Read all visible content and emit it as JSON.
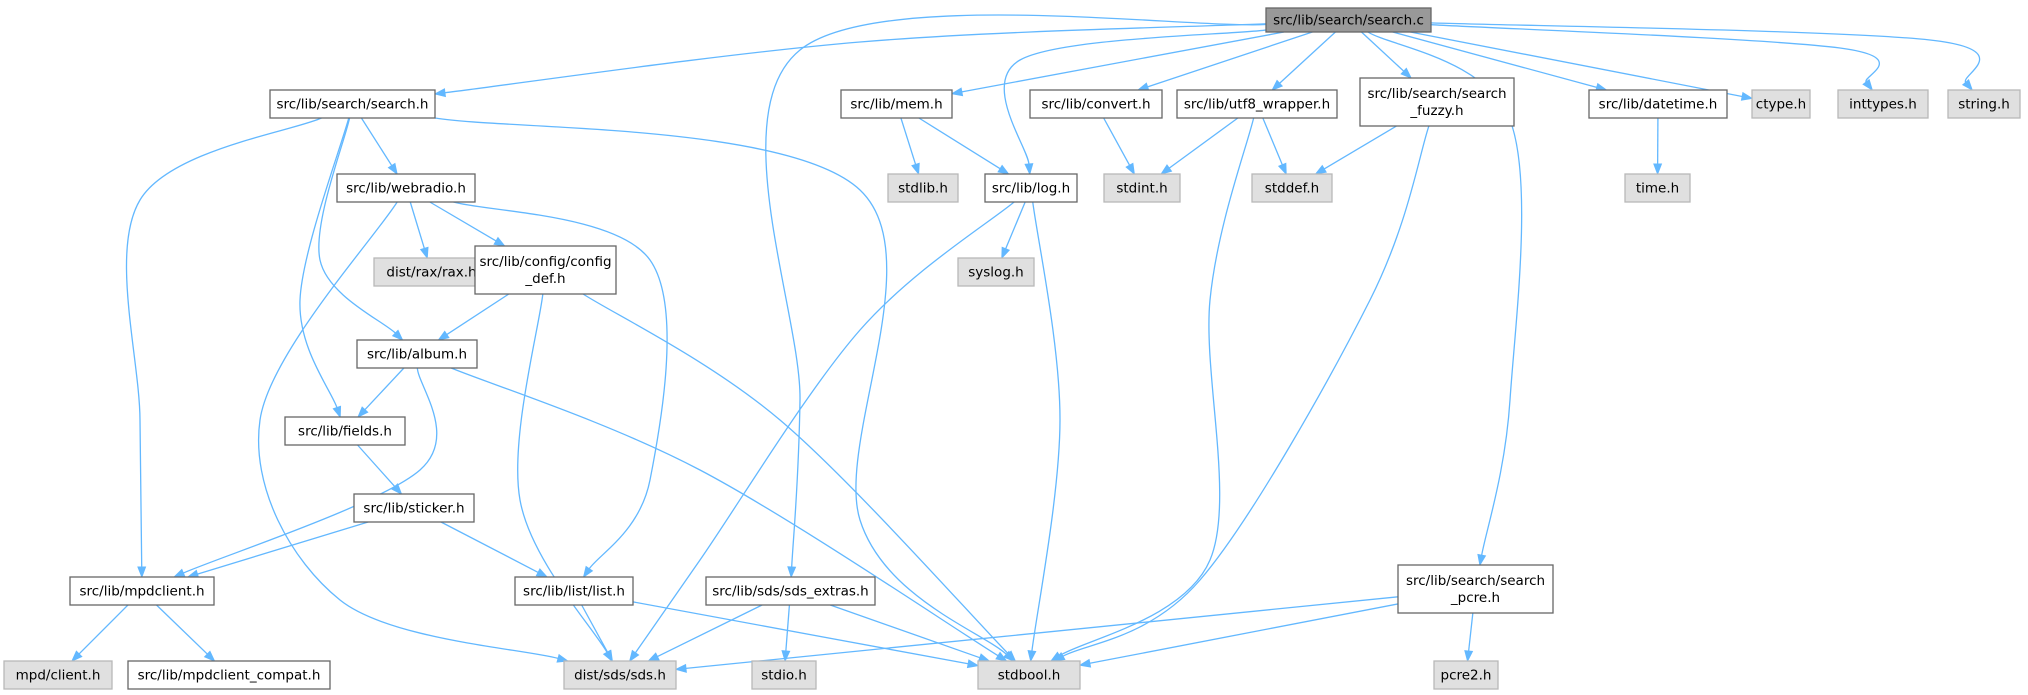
{
  "graph": {
    "title": "src/lib/search/search.c",
    "colors": {
      "edge": "#63b8ff",
      "root_fill": "#999999",
      "project_fill": "#ffffff",
      "project_border": "#666666",
      "external_fill": "#e0e0e0",
      "external_border": "#b8b8b8"
    },
    "nodes": [
      {
        "id": "search_c",
        "kind": "root",
        "lines": [
          "src/lib/search/search.c"
        ]
      },
      {
        "id": "search_h",
        "kind": "project",
        "lines": [
          "src/lib/search/search.h"
        ]
      },
      {
        "id": "mem_h",
        "kind": "project",
        "lines": [
          "src/lib/mem.h"
        ]
      },
      {
        "id": "convert_h",
        "kind": "project",
        "lines": [
          "src/lib/convert.h"
        ]
      },
      {
        "id": "utf8_h",
        "kind": "project",
        "lines": [
          "src/lib/utf8_wrapper.h"
        ]
      },
      {
        "id": "fuzzy_h",
        "kind": "project",
        "lines": [
          "src/lib/search/search",
          "_fuzzy.h"
        ]
      },
      {
        "id": "datetime_h",
        "kind": "project",
        "lines": [
          "src/lib/datetime.h"
        ]
      },
      {
        "id": "ctype_h",
        "kind": "external",
        "lines": [
          "ctype.h"
        ]
      },
      {
        "id": "inttypes_h",
        "kind": "external",
        "lines": [
          "inttypes.h"
        ]
      },
      {
        "id": "string_h",
        "kind": "external",
        "lines": [
          "string.h"
        ]
      },
      {
        "id": "webradio_h",
        "kind": "project",
        "lines": [
          "src/lib/webradio.h"
        ]
      },
      {
        "id": "stdlib_h",
        "kind": "external",
        "lines": [
          "stdlib.h"
        ]
      },
      {
        "id": "log_h",
        "kind": "project",
        "lines": [
          "src/lib/log.h"
        ]
      },
      {
        "id": "stdint_h",
        "kind": "external",
        "lines": [
          "stdint.h"
        ]
      },
      {
        "id": "stddef_h",
        "kind": "external",
        "lines": [
          "stddef.h"
        ]
      },
      {
        "id": "time_h",
        "kind": "external",
        "lines": [
          "time.h"
        ]
      },
      {
        "id": "rax_h",
        "kind": "external",
        "lines": [
          "dist/rax/rax.h"
        ]
      },
      {
        "id": "config_def_h",
        "kind": "project",
        "lines": [
          "src/lib/config/config",
          "_def.h"
        ]
      },
      {
        "id": "syslog_h",
        "kind": "external",
        "lines": [
          "syslog.h"
        ]
      },
      {
        "id": "album_h",
        "kind": "project",
        "lines": [
          "src/lib/album.h"
        ]
      },
      {
        "id": "fields_h",
        "kind": "project",
        "lines": [
          "src/lib/fields.h"
        ]
      },
      {
        "id": "sticker_h",
        "kind": "project",
        "lines": [
          "src/lib/sticker.h"
        ]
      },
      {
        "id": "mpdclient_h",
        "kind": "project",
        "lines": [
          "src/lib/mpdclient.h"
        ]
      },
      {
        "id": "list_h",
        "kind": "project",
        "lines": [
          "src/lib/list/list.h"
        ]
      },
      {
        "id": "sds_extras_h",
        "kind": "project",
        "lines": [
          "src/lib/sds/sds_extras.h"
        ]
      },
      {
        "id": "pcre_h",
        "kind": "project",
        "lines": [
          "src/lib/search/search",
          "_pcre.h"
        ]
      },
      {
        "id": "mpd_client_h",
        "kind": "external",
        "lines": [
          "mpd/client.h"
        ]
      },
      {
        "id": "mpdclient_compat_h",
        "kind": "project",
        "lines": [
          "src/lib/mpdclient_compat.h"
        ]
      },
      {
        "id": "sds_h",
        "kind": "external",
        "lines": [
          "dist/sds/sds.h"
        ]
      },
      {
        "id": "stdio_h",
        "kind": "external",
        "lines": [
          "stdio.h"
        ]
      },
      {
        "id": "stdbool_h",
        "kind": "external",
        "lines": [
          "stdbool.h"
        ]
      },
      {
        "id": "pcre2_h",
        "kind": "external",
        "lines": [
          "pcre2.h"
        ]
      }
    ],
    "edges": [
      {
        "from": "search_c",
        "to": "search_h"
      },
      {
        "from": "search_c",
        "to": "mem_h"
      },
      {
        "from": "search_c",
        "to": "log_h"
      },
      {
        "from": "search_c",
        "to": "convert_h"
      },
      {
        "from": "search_c",
        "to": "utf8_h"
      },
      {
        "from": "search_c",
        "to": "fuzzy_h"
      },
      {
        "from": "search_c",
        "to": "datetime_h"
      },
      {
        "from": "search_c",
        "to": "ctype_h"
      },
      {
        "from": "search_c",
        "to": "inttypes_h"
      },
      {
        "from": "search_c",
        "to": "string_h"
      },
      {
        "from": "search_c",
        "to": "sds_extras_h"
      },
      {
        "from": "search_c",
        "to": "pcre_h"
      },
      {
        "from": "search_h",
        "to": "webradio_h"
      },
      {
        "from": "search_h",
        "to": "album_h"
      },
      {
        "from": "search_h",
        "to": "fields_h"
      },
      {
        "from": "search_h",
        "to": "mpdclient_h"
      },
      {
        "from": "search_h",
        "to": "stdbool_h"
      },
      {
        "from": "mem_h",
        "to": "stdlib_h"
      },
      {
        "from": "mem_h",
        "to": "log_h"
      },
      {
        "from": "convert_h",
        "to": "stdint_h"
      },
      {
        "from": "utf8_h",
        "to": "stdint_h"
      },
      {
        "from": "utf8_h",
        "to": "stddef_h"
      },
      {
        "from": "utf8_h",
        "to": "stdbool_h"
      },
      {
        "from": "fuzzy_h",
        "to": "stddef_h"
      },
      {
        "from": "fuzzy_h",
        "to": "stdbool_h"
      },
      {
        "from": "datetime_h",
        "to": "time_h"
      },
      {
        "from": "webradio_h",
        "to": "rax_h"
      },
      {
        "from": "webradio_h",
        "to": "config_def_h"
      },
      {
        "from": "webradio_h",
        "to": "sds_h"
      },
      {
        "from": "webradio_h",
        "to": "list_h"
      },
      {
        "from": "log_h",
        "to": "syslog_h"
      },
      {
        "from": "log_h",
        "to": "sds_h"
      },
      {
        "from": "log_h",
        "to": "stdbool_h"
      },
      {
        "from": "config_def_h",
        "to": "album_h"
      },
      {
        "from": "config_def_h",
        "to": "sds_h"
      },
      {
        "from": "config_def_h",
        "to": "stdbool_h"
      },
      {
        "from": "album_h",
        "to": "fields_h"
      },
      {
        "from": "album_h",
        "to": "mpdclient_h"
      },
      {
        "from": "album_h",
        "to": "stdbool_h"
      },
      {
        "from": "fields_h",
        "to": "sticker_h"
      },
      {
        "from": "sticker_h",
        "to": "mpdclient_h"
      },
      {
        "from": "sticker_h",
        "to": "list_h"
      },
      {
        "from": "mpdclient_h",
        "to": "mpd_client_h"
      },
      {
        "from": "mpdclient_h",
        "to": "mpdclient_compat_h"
      },
      {
        "from": "list_h",
        "to": "sds_h"
      },
      {
        "from": "list_h",
        "to": "stdbool_h"
      },
      {
        "from": "sds_extras_h",
        "to": "sds_h"
      },
      {
        "from": "sds_extras_h",
        "to": "stdio_h"
      },
      {
        "from": "sds_extras_h",
        "to": "stdbool_h"
      },
      {
        "from": "pcre_h",
        "to": "sds_h"
      },
      {
        "from": "pcre_h",
        "to": "stdbool_h"
      },
      {
        "from": "pcre_h",
        "to": "pcre2_h"
      }
    ]
  }
}
